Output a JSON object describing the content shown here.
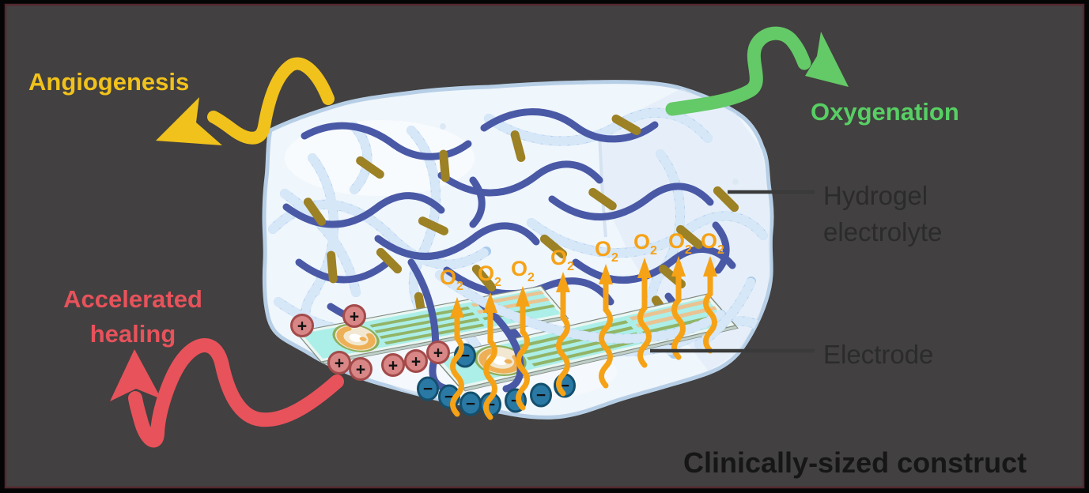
{
  "figure": {
    "background_color": "#424040",
    "frame_color": "#000000",
    "frame_accent_color": "#55272e",
    "title": "Clinically-sized construct"
  },
  "callouts": {
    "angiogenesis": {
      "label": "Angiogenesis",
      "color": "#f1c21b"
    },
    "oxygenation": {
      "label": "Oxygenation",
      "color": "#57cf63"
    },
    "accelerated_healing": {
      "label_line1": "Accelerated",
      "label_line2": "healing",
      "color": "#e8525b"
    },
    "clinically_sized": {
      "label": "Clinically-sized construct",
      "color": "#161616"
    }
  },
  "annotations": {
    "hydrogel": {
      "label_line1": "Hydrogel",
      "label_line2": "electrolyte",
      "color": "#2b2b2b"
    },
    "electrode": {
      "label": "Electrode",
      "color": "#2b2b2b"
    }
  },
  "molecules": {
    "o2_symbol": "O",
    "o2_subscript": "2",
    "count": 8,
    "color": "#f6a216"
  },
  "ions": {
    "positive": {
      "symbol": "+",
      "count": 7,
      "fill": "#d88686",
      "ring": "#a34a4a"
    },
    "negative": {
      "symbol": "−",
      "count": 8,
      "fill": "#2a79a5",
      "ring": "#14506e"
    }
  },
  "construct_palette": {
    "hydrogel_fill": "#eff6fc",
    "hydrogel_edge": "#b7cfe6",
    "polymer_dark_blue": "#4a59a6",
    "polymer_light_blue": "#a9cbec",
    "crosslinker_olive": "#9c8125",
    "electrode_surface": "#aceee8",
    "electrode_trace_green": "#92b466",
    "electrode_trace_tan": "#eac392",
    "electrode_spiral_orange": "#eeb057"
  }
}
